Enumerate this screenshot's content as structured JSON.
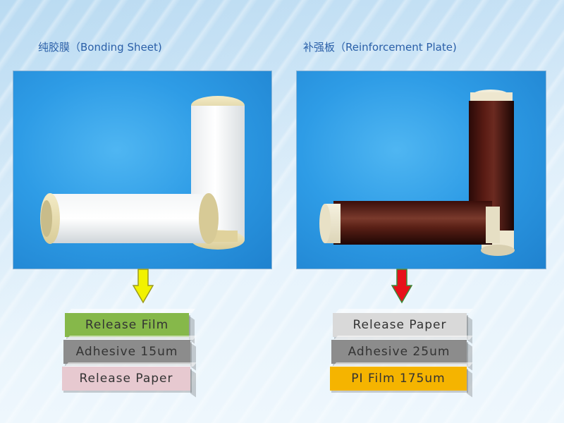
{
  "titles": {
    "left": "纯胶膜（Bonding Sheet)",
    "right": "补强板（Reinforcement Plate)"
  },
  "colors": {
    "photo_blue": "#2e9ce6",
    "arrow_left": "#f2f200",
    "arrow_right": "#e8101a",
    "release_film": "#86b84a",
    "adhesive": "#8c8c8c",
    "release_paper_pink": "#e7c9d0",
    "release_paper_grey": "#d9d9d9",
    "pi_film": "#f5b400"
  },
  "left_stack": {
    "layers": [
      {
        "label": "Release  Film",
        "color": "#86b84a"
      },
      {
        "label": "Adhesive  15um",
        "color": "#8c8c8c"
      },
      {
        "label": "Release  Paper",
        "color": "#e7c9d0"
      }
    ]
  },
  "right_stack": {
    "layers": [
      {
        "label": "Release  Paper",
        "color": "#d9d9d9"
      },
      {
        "label": "Adhesive 25um",
        "color": "#8c8c8c"
      },
      {
        "label": "PI  Film  175um",
        "color": "#f5b400"
      }
    ]
  },
  "icons": {
    "left_arrow": "down-arrow-icon",
    "right_arrow": "down-arrow-icon"
  }
}
